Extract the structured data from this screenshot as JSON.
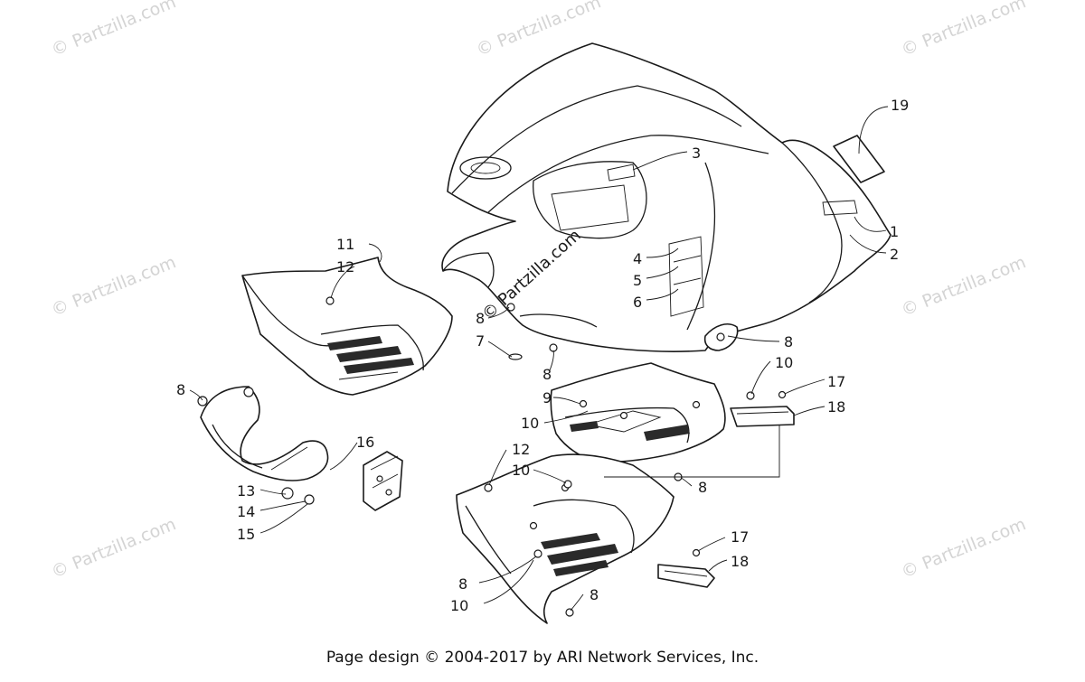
{
  "watermark": "© Partzilla.com",
  "diagram_watermark": "© Partzilla.com",
  "callouts": {
    "n1": "1",
    "n2": "2",
    "n3": "3",
    "n4": "4",
    "n5": "5",
    "n6": "6",
    "n7": "7",
    "n8": "8",
    "n9": "9",
    "n10": "10",
    "n11": "11",
    "n12": "12",
    "n13": "13",
    "n14": "14",
    "n15": "15",
    "n16": "16",
    "n17": "17",
    "n18": "18",
    "n19": "19"
  },
  "footer": "Page design © 2004-2017 by ARI Network Services, Inc."
}
